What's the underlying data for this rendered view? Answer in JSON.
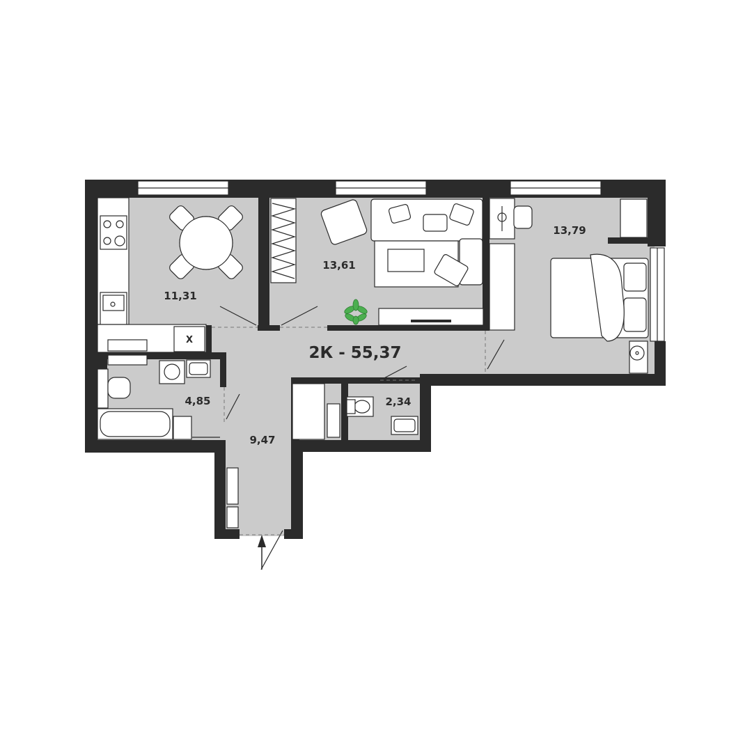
{
  "plan": {
    "title": "2К - 55,37",
    "colors": {
      "wall": "#2b2b2b",
      "floor": "#cbcbcb",
      "background": "#ffffff",
      "plant": "#4caf50"
    },
    "rooms": [
      {
        "id": "kitchen",
        "area": "11,31"
      },
      {
        "id": "living-room",
        "area": "13,61"
      },
      {
        "id": "bedroom",
        "area": "13,79"
      },
      {
        "id": "bathroom",
        "area": "4,85"
      },
      {
        "id": "toilet",
        "area": "2,34"
      },
      {
        "id": "hallway",
        "area": "9,47"
      }
    ],
    "shaft_mark": "X"
  }
}
